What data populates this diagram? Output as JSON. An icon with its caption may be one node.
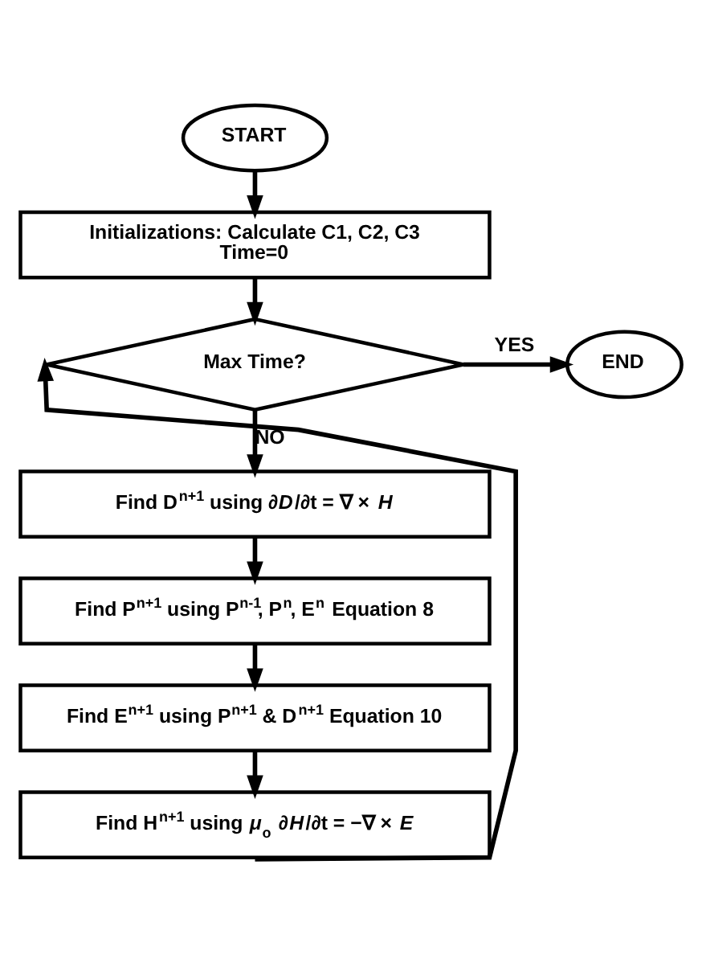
{
  "diagram": {
    "nodes": [
      {
        "text": [
          "START"
        ]
      },
      {
        "text": [
          "Initializations: Calculate C1, C2, C3",
          "Time=0"
        ]
      },
      {
        "text": [
          "Max Time?"
        ]
      },
      {
        "text": [
          "END"
        ]
      },
      {
        "text": [
          "Find D$^{n+1}$ using ∂*D*/∂t = ∇ × *H*"
        ]
      },
      {
        "text": [
          "Find P$^{n+1}$ using P$^{n-1}$, P$^{n}$, E$^{n}$ Equation 8"
        ]
      },
      {
        "text": [
          "Find E$^{n+1}$ using P$^{n+1}$ & D$^{n+1}$ Equation 10"
        ]
      },
      {
        "text": [
          "Find H$^{n+1}$ using *μ*$_{o}$ ∂*H*/∂t = −∇ × *E*"
        ]
      }
    ],
    "edges": [
      {
        "from": 0,
        "to": 1,
        "arrow": "to"
      },
      {
        "from": 1,
        "to": 2,
        "arrow": "to"
      },
      {
        "from": 2,
        "to": 3,
        "arrow": "to",
        "label": "YES"
      },
      {
        "from": 2,
        "to": 4,
        "arrow": "to",
        "label": "NO"
      },
      {
        "from": 4,
        "to": 5,
        "arrow": "to"
      },
      {
        "from": 5,
        "to": 6,
        "arrow": "to"
      },
      {
        "from": 6,
        "to": 7,
        "arrow": "to"
      },
      {
        "from": 7,
        "to": 2,
        "arrow": "to"
      }
    ]
  }
}
